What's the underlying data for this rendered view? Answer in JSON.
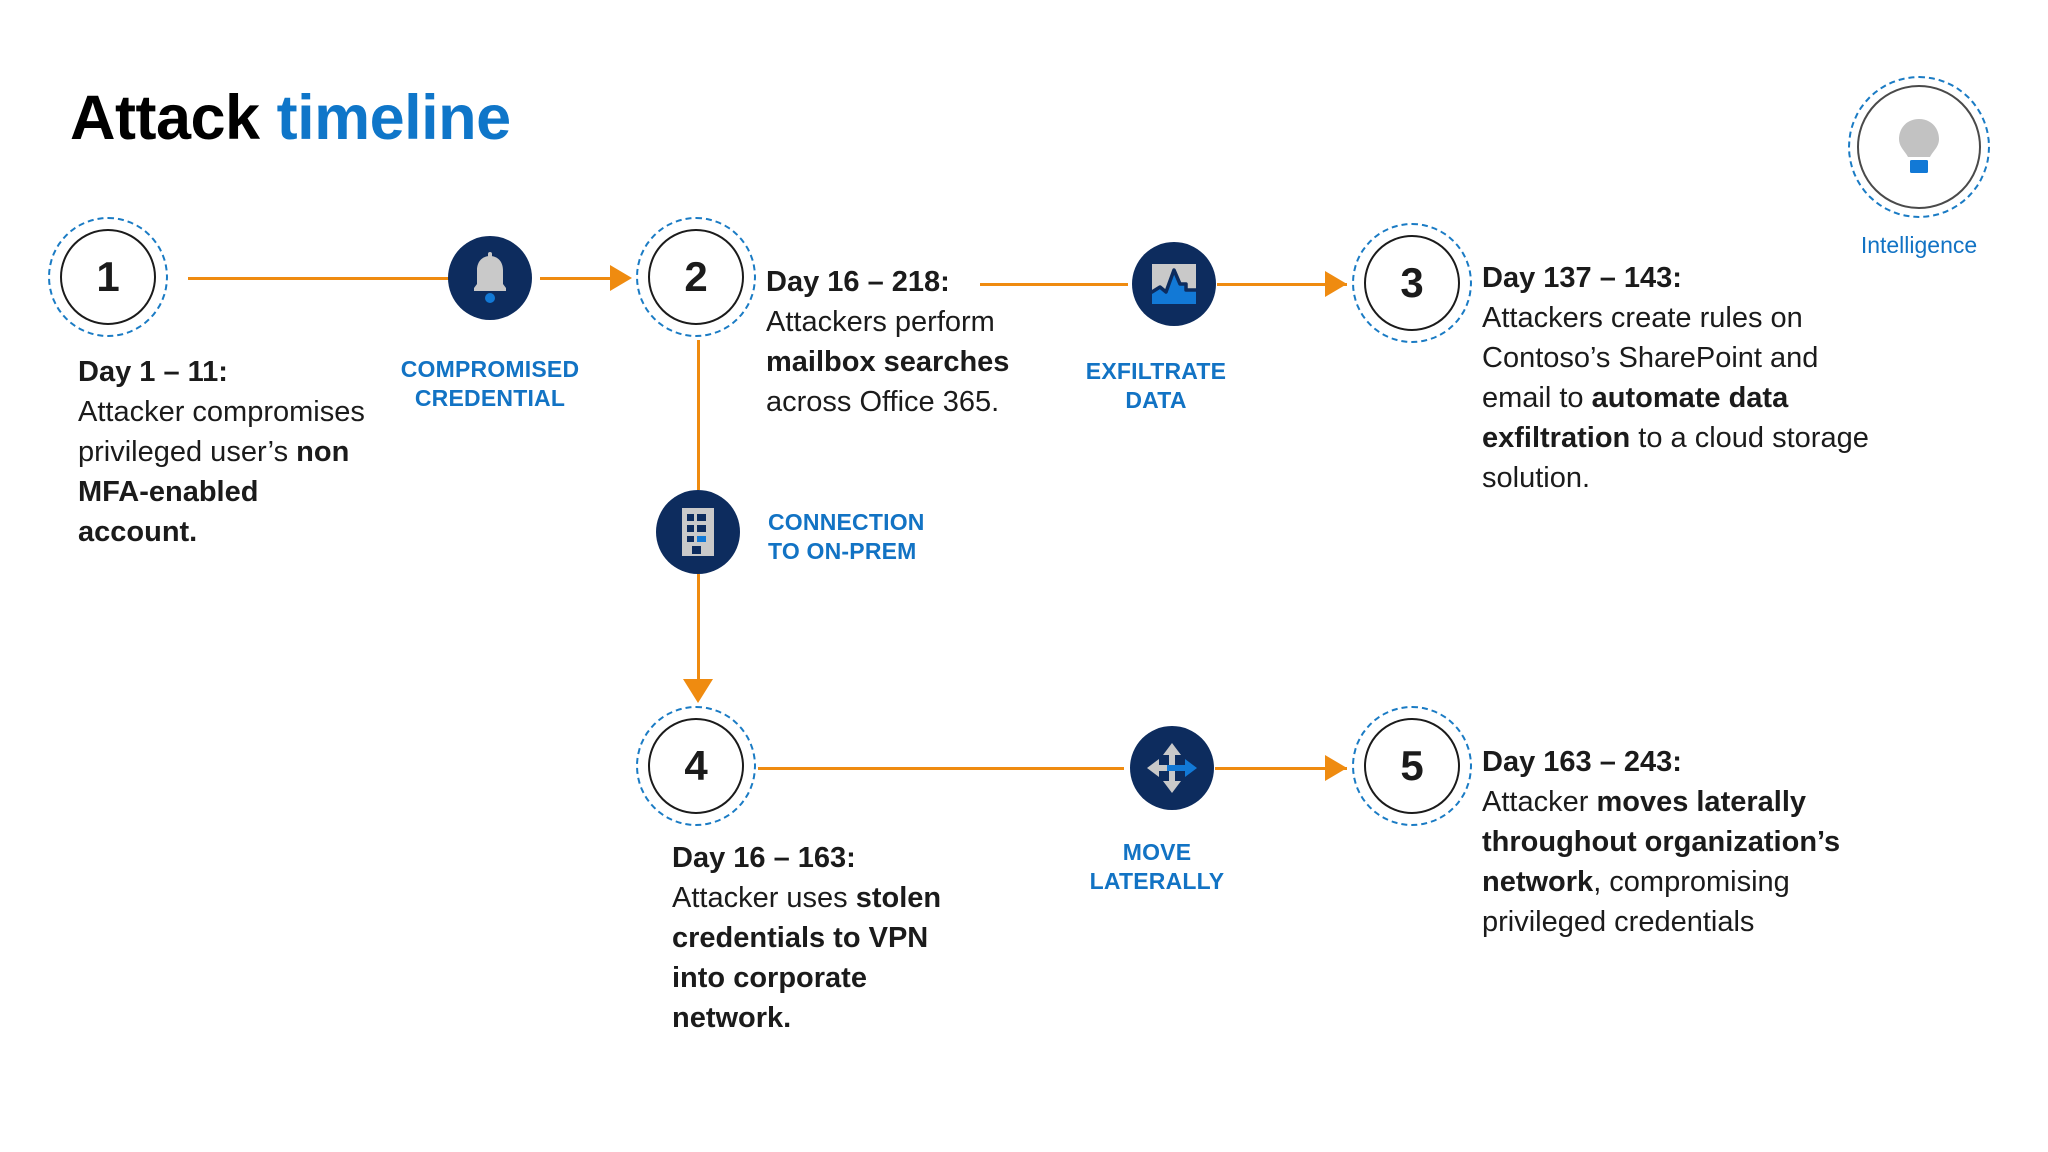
{
  "title": {
    "part1": "Attack",
    "part2": "timeline"
  },
  "colors": {
    "accent_blue": "#1273c4",
    "title_blue": "#0f76c9",
    "connector_orange": "#ef8b10",
    "badge_navy": "#0d2c5e",
    "icon_gray": "#c9c9c9",
    "icon_blue": "#1279d6",
    "text_black": "#1b1b1b"
  },
  "legend": {
    "icon": "lightbulb-icon",
    "label": "Intelligence"
  },
  "steps": [
    {
      "number": "1",
      "lead": "Day 1 – 11:",
      "body_parts": [
        {
          "text": "Attacker compromises privileged user’s ",
          "bold": false
        },
        {
          "text": "non MFA-enabled account.",
          "bold": true
        }
      ]
    },
    {
      "number": "2",
      "lead": "Day 16 – 218:",
      "body_parts": [
        {
          "text": "Attackers perform ",
          "bold": false
        },
        {
          "text": "mailbox searches",
          "bold": true
        },
        {
          "text": " across Office 365.",
          "bold": false
        }
      ]
    },
    {
      "number": "3",
      "lead": "Day 137 – 143:",
      "body_parts": [
        {
          "text": "Attackers create rules on Contoso’s SharePoint and email to ",
          "bold": false
        },
        {
          "text": "automate data exfiltration",
          "bold": true
        },
        {
          "text": " to a cloud storage solution.",
          "bold": false
        }
      ]
    },
    {
      "number": "4",
      "lead": "Day 16 – 163:",
      "body_parts": [
        {
          "text": "Attacker uses ",
          "bold": false
        },
        {
          "text": "stolen credentials to VPN into corporate network.",
          "bold": true
        }
      ]
    },
    {
      "number": "5",
      "lead": "Day 163 – 243:",
      "body_parts": [
        {
          "text": "Attacker ",
          "bold": false
        },
        {
          "text": "moves laterally throughout organization’s network",
          "bold": true
        },
        {
          "text": ", compromising privileged credentials",
          "bold": false
        }
      ]
    }
  ],
  "techniques": [
    {
      "id": "compromised-credential",
      "icon": "bell-icon",
      "label": "COMPROMISED\nCREDENTIAL"
    },
    {
      "id": "exfiltrate-data",
      "icon": "chart-exfiltration-icon",
      "label": "EXFILTRATE\nDATA"
    },
    {
      "id": "connection-to-on-prem",
      "icon": "office-building-icon",
      "label": "CONNECTION\nTO ON-PREM"
    },
    {
      "id": "move-laterally",
      "icon": "four-way-arrows-icon",
      "label": "MOVE\nLATERALLY"
    }
  ]
}
